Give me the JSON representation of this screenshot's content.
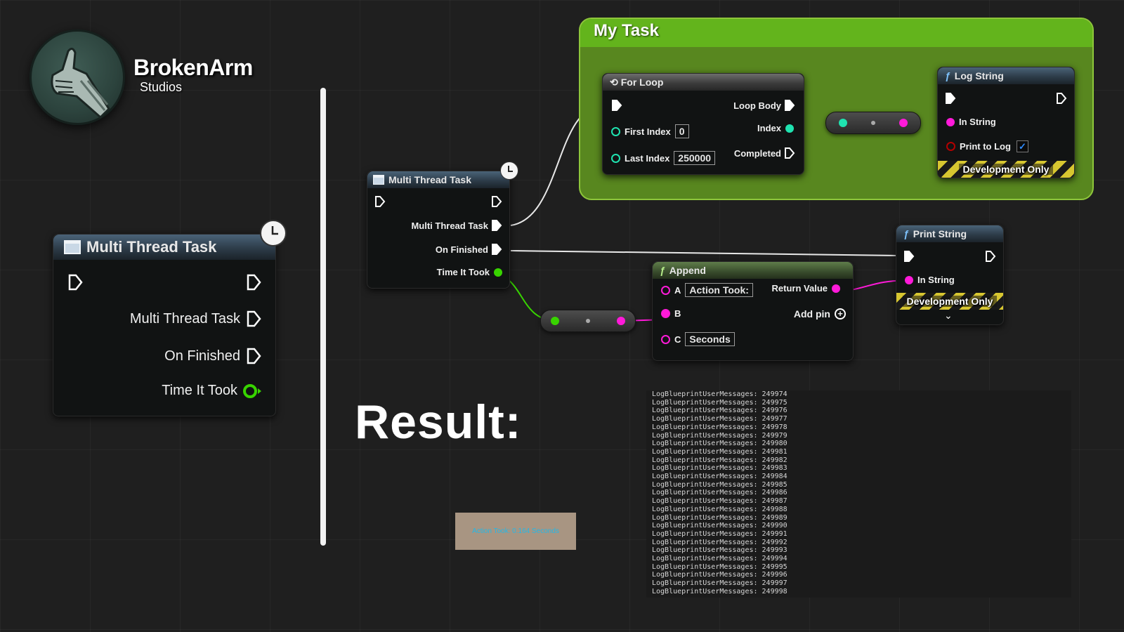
{
  "logo": {
    "title": "BrokenArm",
    "subtitle": "Studios"
  },
  "big_node": {
    "title": "Multi Thread Task",
    "pins": [
      "Multi Thread Task",
      "On Finished",
      "Time It Took"
    ]
  },
  "small_node": {
    "title": "Multi Thread Task",
    "pins": [
      "Multi Thread Task",
      "On Finished",
      "Time It Took"
    ]
  },
  "comment": {
    "title": "My Task",
    "color": "#63b41c"
  },
  "for_loop": {
    "title": "For Loop",
    "first_index_label": "First Index",
    "first_index_value": "0",
    "last_index_label": "Last Index",
    "last_index_value": "250000",
    "loop_body": "Loop Body",
    "index": "Index",
    "completed": "Completed"
  },
  "log_string": {
    "title": "Log String",
    "in_string": "In String",
    "print_to_log": "Print to Log",
    "print_to_log_checked": true,
    "dev_only": "Development Only"
  },
  "print_string": {
    "title": "Print String",
    "in_string": "In String",
    "dev_only": "Development Only"
  },
  "append": {
    "title": "Append",
    "pin_a": "A",
    "a_value": "Action Took:",
    "pin_b": "B",
    "pin_c": "C",
    "c_value": "Seconds",
    "return_value": "Return Value",
    "add_pin": "Add pin"
  },
  "result": {
    "heading": "Result:",
    "toast": "Action Took: 0.164 Seconds"
  },
  "log_output": {
    "lines": [
      "LogBlueprintUserMessages: 249974",
      "LogBlueprintUserMessages: 249975",
      "LogBlueprintUserMessages: 249976",
      "LogBlueprintUserMessages: 249977",
      "LogBlueprintUserMessages: 249978",
      "LogBlueprintUserMessages: 249979",
      "LogBlueprintUserMessages: 249980",
      "LogBlueprintUserMessages: 249981",
      "LogBlueprintUserMessages: 249982",
      "LogBlueprintUserMessages: 249983",
      "LogBlueprintUserMessages: 249984",
      "LogBlueprintUserMessages: 249985",
      "LogBlueprintUserMessages: 249986",
      "LogBlueprintUserMessages: 249987",
      "LogBlueprintUserMessages: 249988",
      "LogBlueprintUserMessages: 249989",
      "LogBlueprintUserMessages: 249990",
      "LogBlueprintUserMessages: 249991",
      "LogBlueprintUserMessages: 249992",
      "LogBlueprintUserMessages: 249993",
      "LogBlueprintUserMessages: 249994",
      "LogBlueprintUserMessages: 249995",
      "LogBlueprintUserMessages: 249996",
      "LogBlueprintUserMessages: 249997",
      "LogBlueprintUserMessages: 249998"
    ]
  },
  "colors": {
    "exec": "#ffffff",
    "integer": "#1fe3b0",
    "float": "#38d400",
    "string": "#ff1ad9",
    "bool": "#b30000"
  }
}
